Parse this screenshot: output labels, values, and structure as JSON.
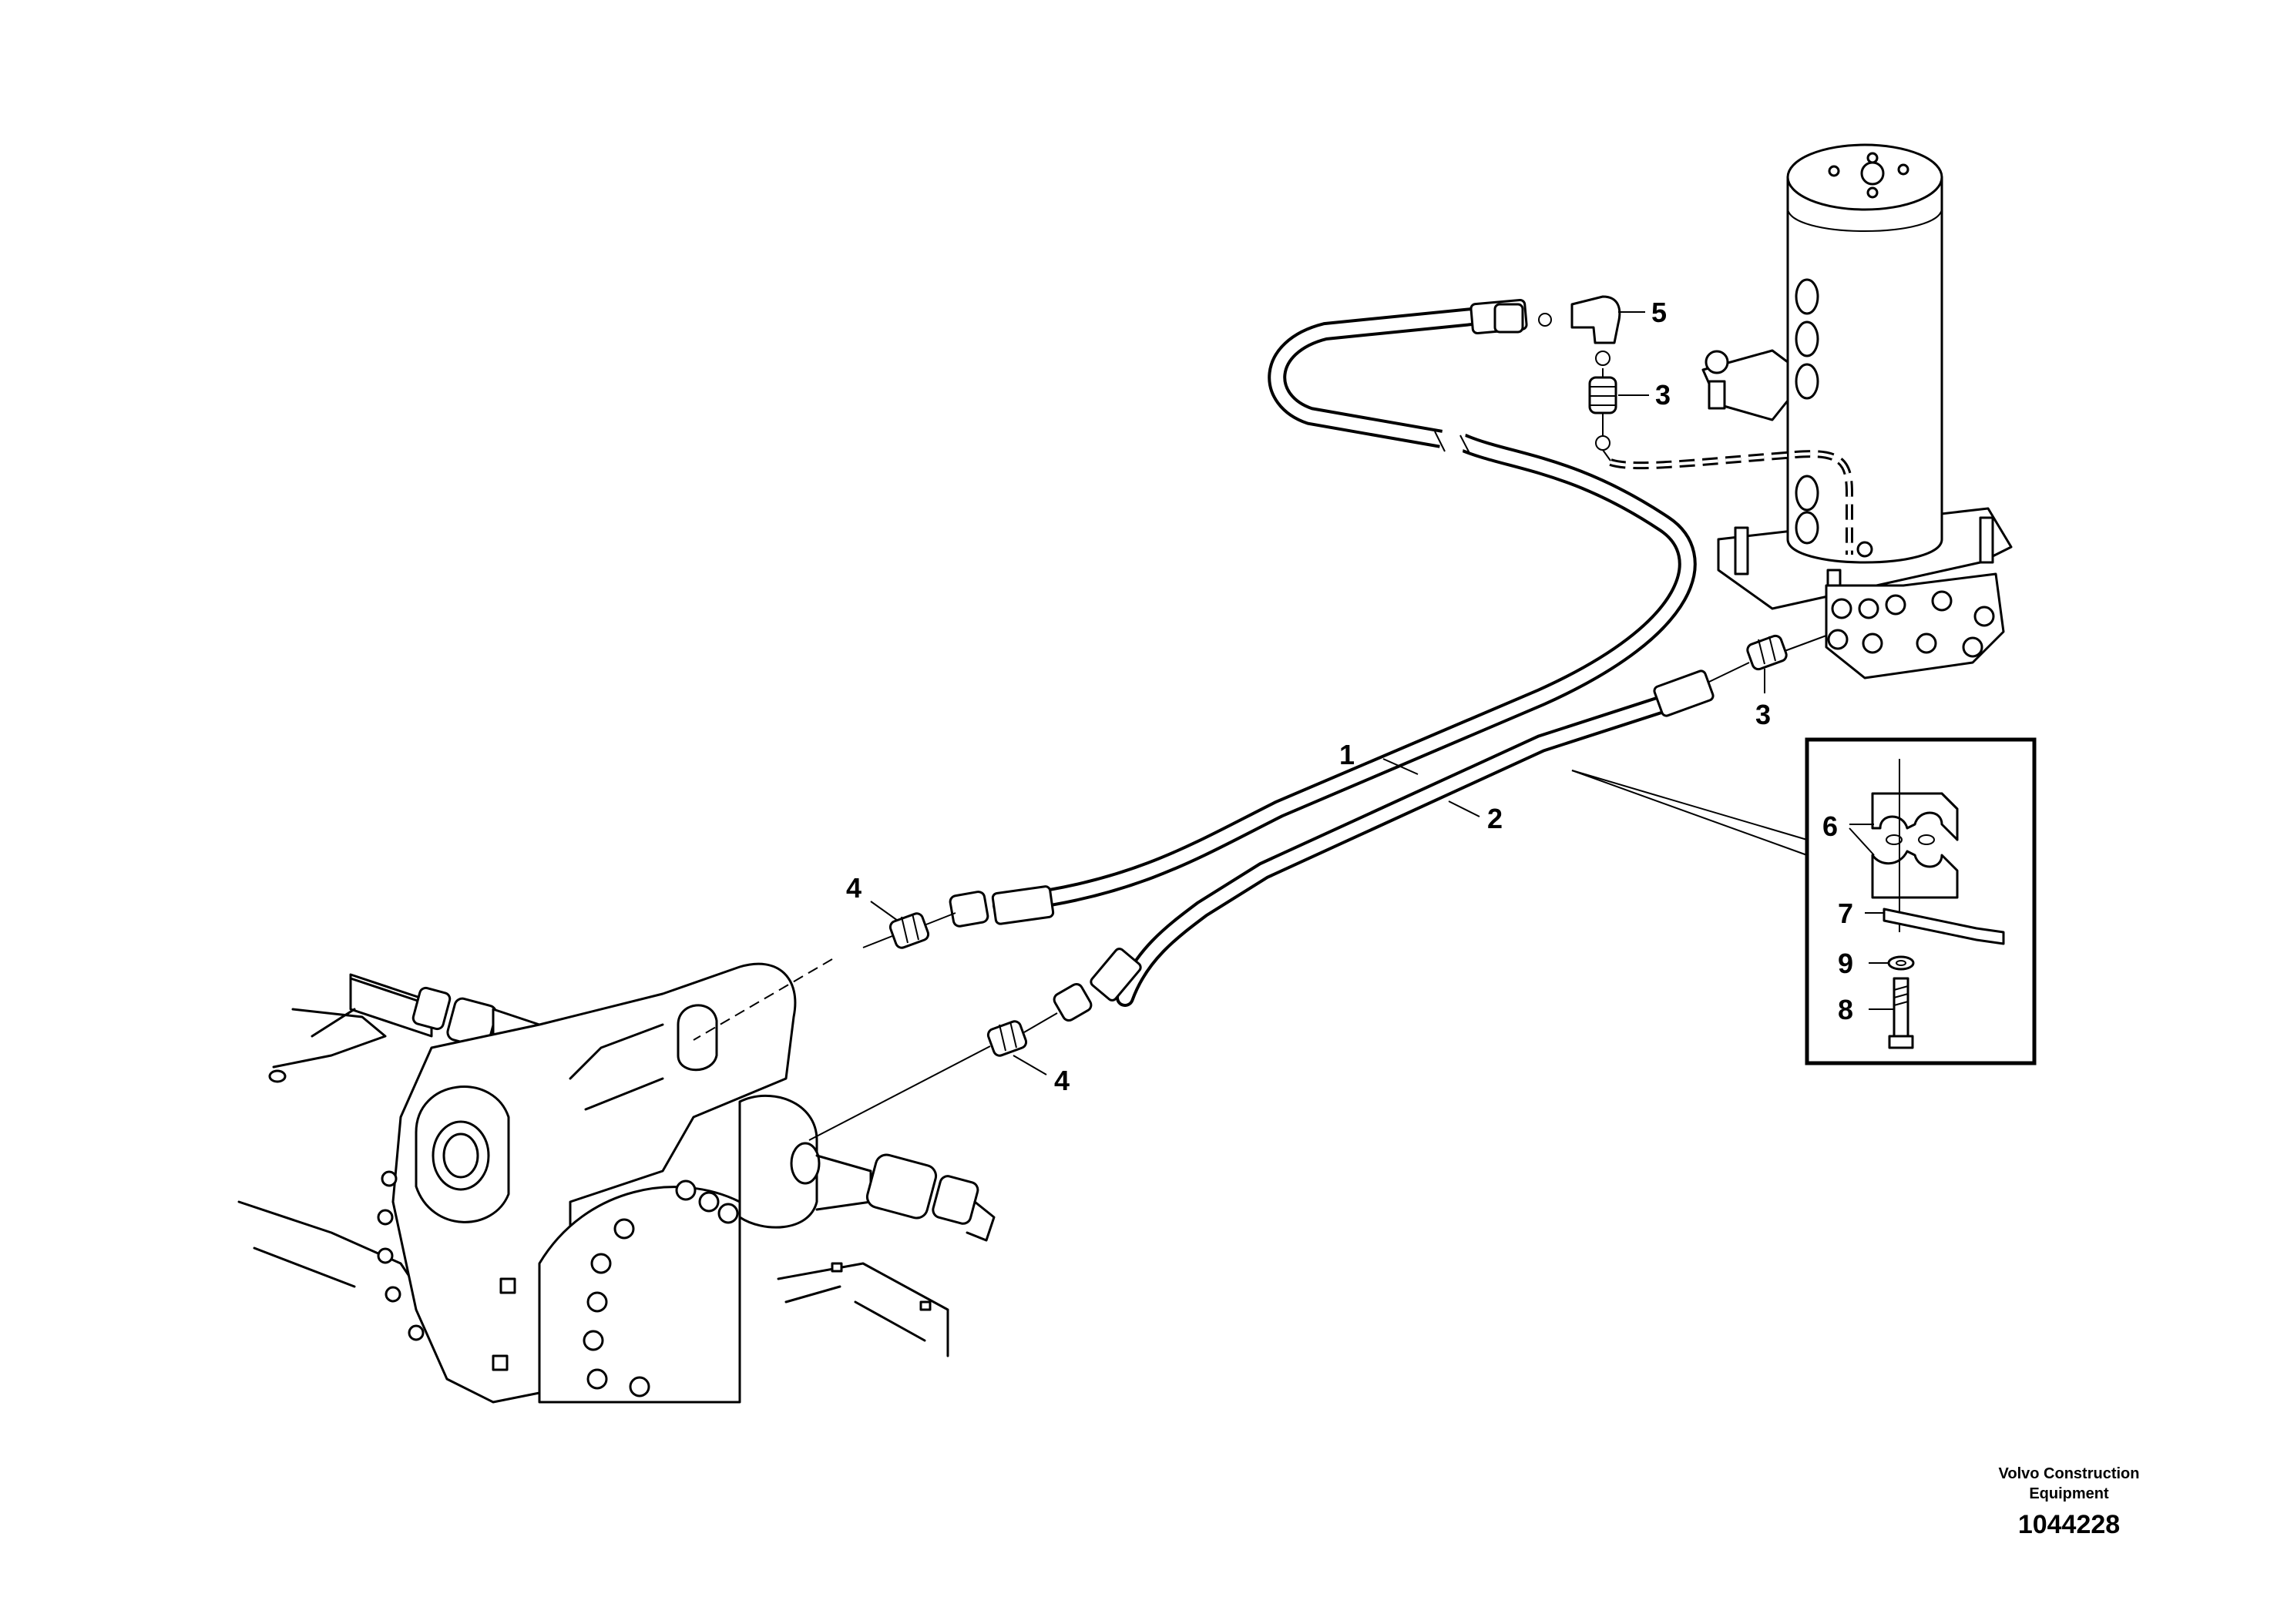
{
  "callouts": {
    "c1": "1",
    "c2": "2",
    "c3_top": "3",
    "c3_right": "3",
    "c4_upper": "4",
    "c4_lower": "4",
    "c5": "5",
    "c6": "6",
    "c7": "7",
    "c8": "8",
    "c9": "9"
  },
  "footer": {
    "maker_line1": "Volvo Construction",
    "maker_line2": "Equipment",
    "drawing_number": "1044228"
  }
}
